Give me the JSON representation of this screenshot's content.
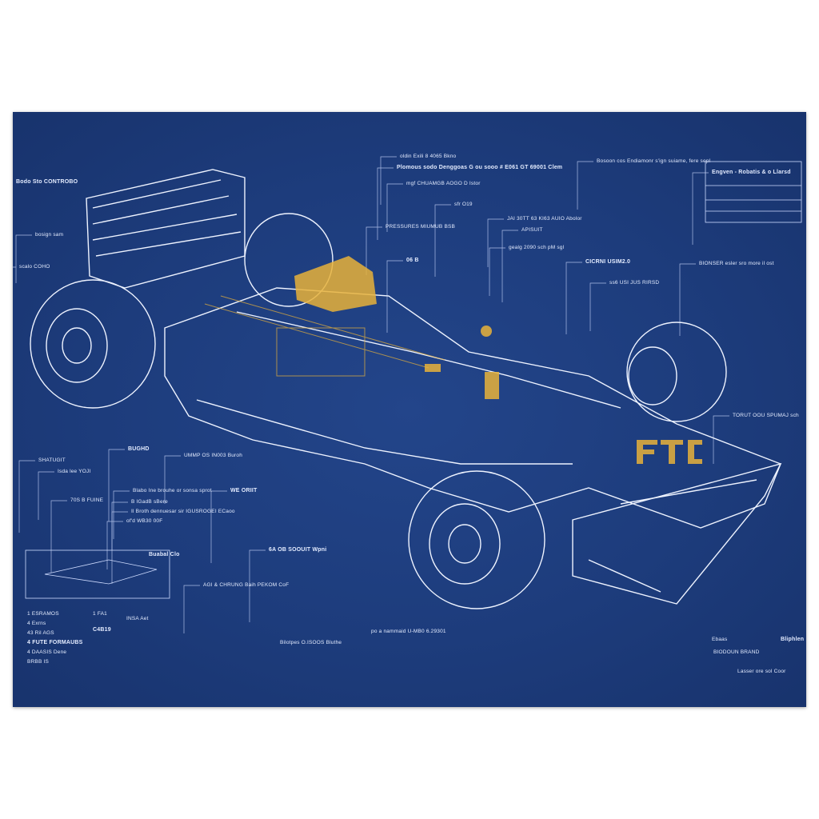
{
  "colors": {
    "background": "#1d3c7c",
    "lines": "#e8f0ff",
    "accent": "#e8b23a",
    "paper": "#ffffff"
  },
  "labels": [
    "Bodo Sto CONTROBO",
    "bosign sam",
    "scalo COHO",
    "oldin Exili 8 4065 Bkno",
    "Plomous sodo Denggoas G ou sooo # E061 GT 69001 Clem",
    "mgf CHUAMGB AOGO D Istor",
    "sfr O19",
    "PRESSURES MIUMUB BSB",
    "06 B",
    "JAI 30TT 63 KI63 AUIO Abolor",
    "APISUIT",
    "gealg 2090 sch pM sgl",
    "CICRNI USIM2.0",
    "ss6 USI JUS RIRSD",
    "BIONSER esler sro more il ost",
    "Bosoon cos Endiamonr s'ign suiame, fere sep!",
    "Engven - Robatis & o Llarsd",
    "TORUT OOU SPUMAJ sch",
    "SHATUGIT",
    "Isda lee YOJI",
    "BUGHD",
    "UMMP OS IN003 Buroh",
    "70S B FUINE",
    "Blabo Ine brouhe or sonsa sprot",
    "WE ORIIT",
    "B IGadB sBere",
    "Il Broth dennuesar sir IGUSROGEI ECaoo",
    "of'd WB30 00F",
    "6A OB SOOUIT Wpni",
    "AGI & CHRUNG Baih PEKOM CoF",
    "po a nammaid U-MB0 6.29301",
    "Bilotpes O.ISOOS Bluthe",
    "Buabal Clo",
    "1 ESRAMOS",
    "4 Exrns",
    "43 Ril AGS",
    "4 FUTE FORMAUBS",
    "4 DAASIS Dene",
    "BRBB IS",
    "1 FA1",
    "C4B19",
    "INSA Aet",
    "Ebaas",
    "BIODOUN BRAND",
    "Bliphlen",
    "Lasser ore sol Coor"
  ]
}
